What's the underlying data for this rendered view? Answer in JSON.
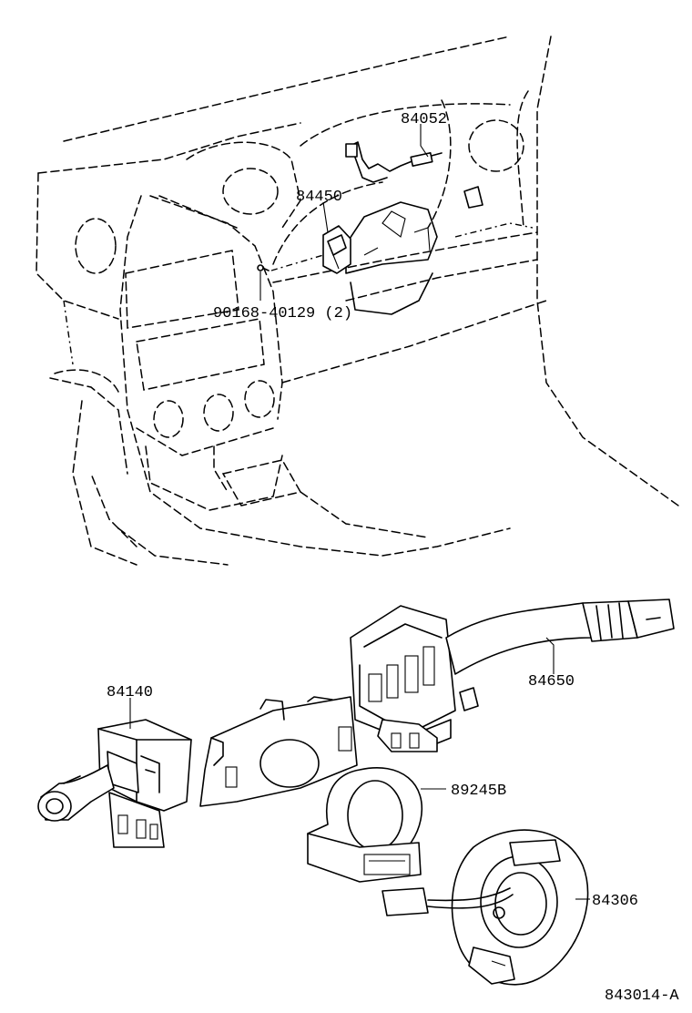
{
  "labels": {
    "p84052": "84052",
    "p84450": "84450",
    "p90168": "90168-40129 (2)",
    "p84140": "84140",
    "p84650": "84650",
    "p89245B": "89245B",
    "p84306": "84306",
    "figure_code": "843014-A"
  }
}
